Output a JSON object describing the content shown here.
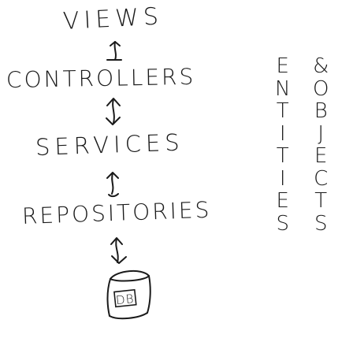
{
  "layers": {
    "views": "VIEWS",
    "controllers": "CONTROLLERS",
    "services": "SERVICES",
    "repositories": "REPOSITORIES"
  },
  "database": {
    "label": "DB"
  },
  "side_columns": {
    "entities": [
      "E",
      "N",
      "T",
      "I",
      "T",
      "I",
      "E",
      "S"
    ],
    "objects": [
      "&",
      "O",
      "B",
      "J",
      "E",
      "C",
      "T",
      "S"
    ]
  },
  "colors": {
    "ink": "#1a1a1a",
    "background": "#ffffff"
  }
}
